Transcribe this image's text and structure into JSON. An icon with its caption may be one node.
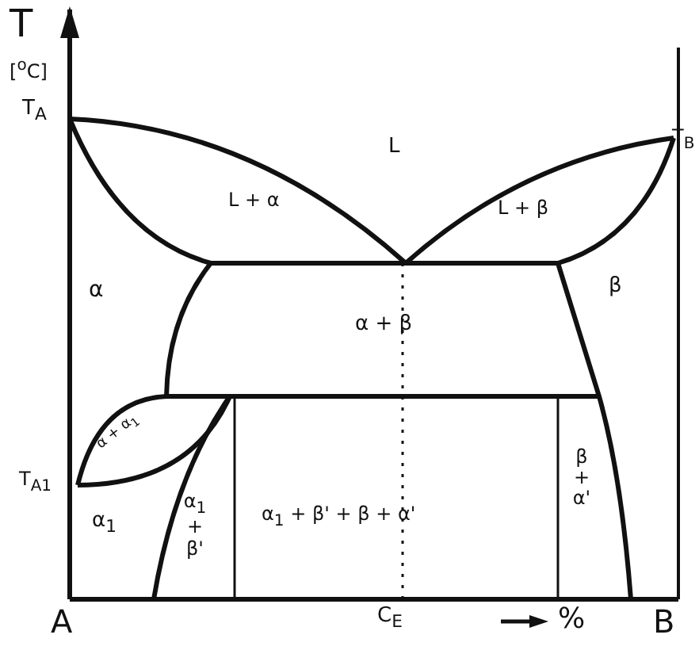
{
  "diagram": {
    "labels": [
      "T",
      "[$^{o}$C]",
      "T$_{A}$",
      "L",
      "T$_{B}$",
      "L + α",
      "L + β",
      "α",
      "α + β",
      "β",
      "α + α$_{1}$",
      "T$_{A1}$",
      "α$_{1}$",
      "α$_{1}$ + β'",
      "α$_{1}$ + β' + β + α'",
      "β + α'",
      "A",
      "C$_{E}$",
      "%",
      "B"
    ]
  }
}
